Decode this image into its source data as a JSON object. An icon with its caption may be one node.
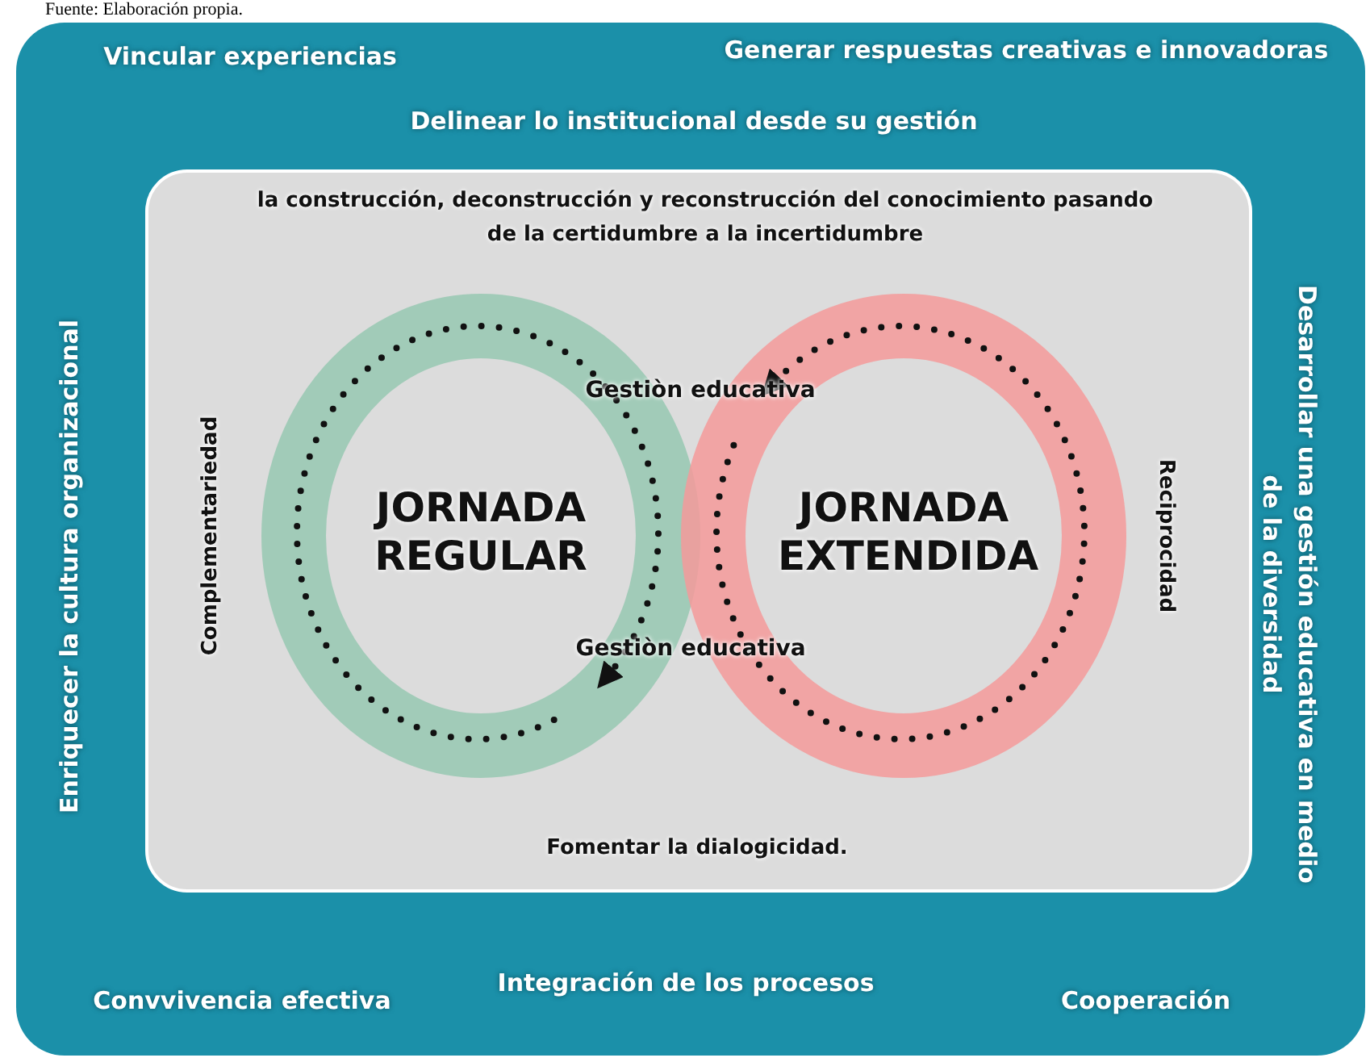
{
  "diagram": {
    "caption": "Fuente: Elaboración propia.",
    "nodes": [
      {
        "text": [
          "Vincular experiencias",
          "Generar  respuestas creativas e innovadoras",
          "Delinear lo institucional desde su gestión",
          "Enriquecer la cultura organizacional",
          "Desarrollar una gestión educativa  en medio de la diversidad",
          "Integración de los procesos",
          "Convvivencia efectiva",
          "Cooperación"
        ]
      },
      {
        "text": [
          "la construcción, deconstrucción y reconstrucción del conocimiento pasando de la certidumbre a la incertidumbre",
          "Complementariedad",
          "Reciprocidad",
          "Fomentar la  dialogicidad."
        ],
        "in": 0
      },
      {
        "text": [
          "JORNADA REGULAR"
        ],
        "in": 1
      },
      {
        "text": [
          "JORNADA EXTENDIDA"
        ],
        "in": 1
      }
    ],
    "labels": [
      "Gestiòn educativa",
      "Gestiòn educativa"
    ]
  }
}
